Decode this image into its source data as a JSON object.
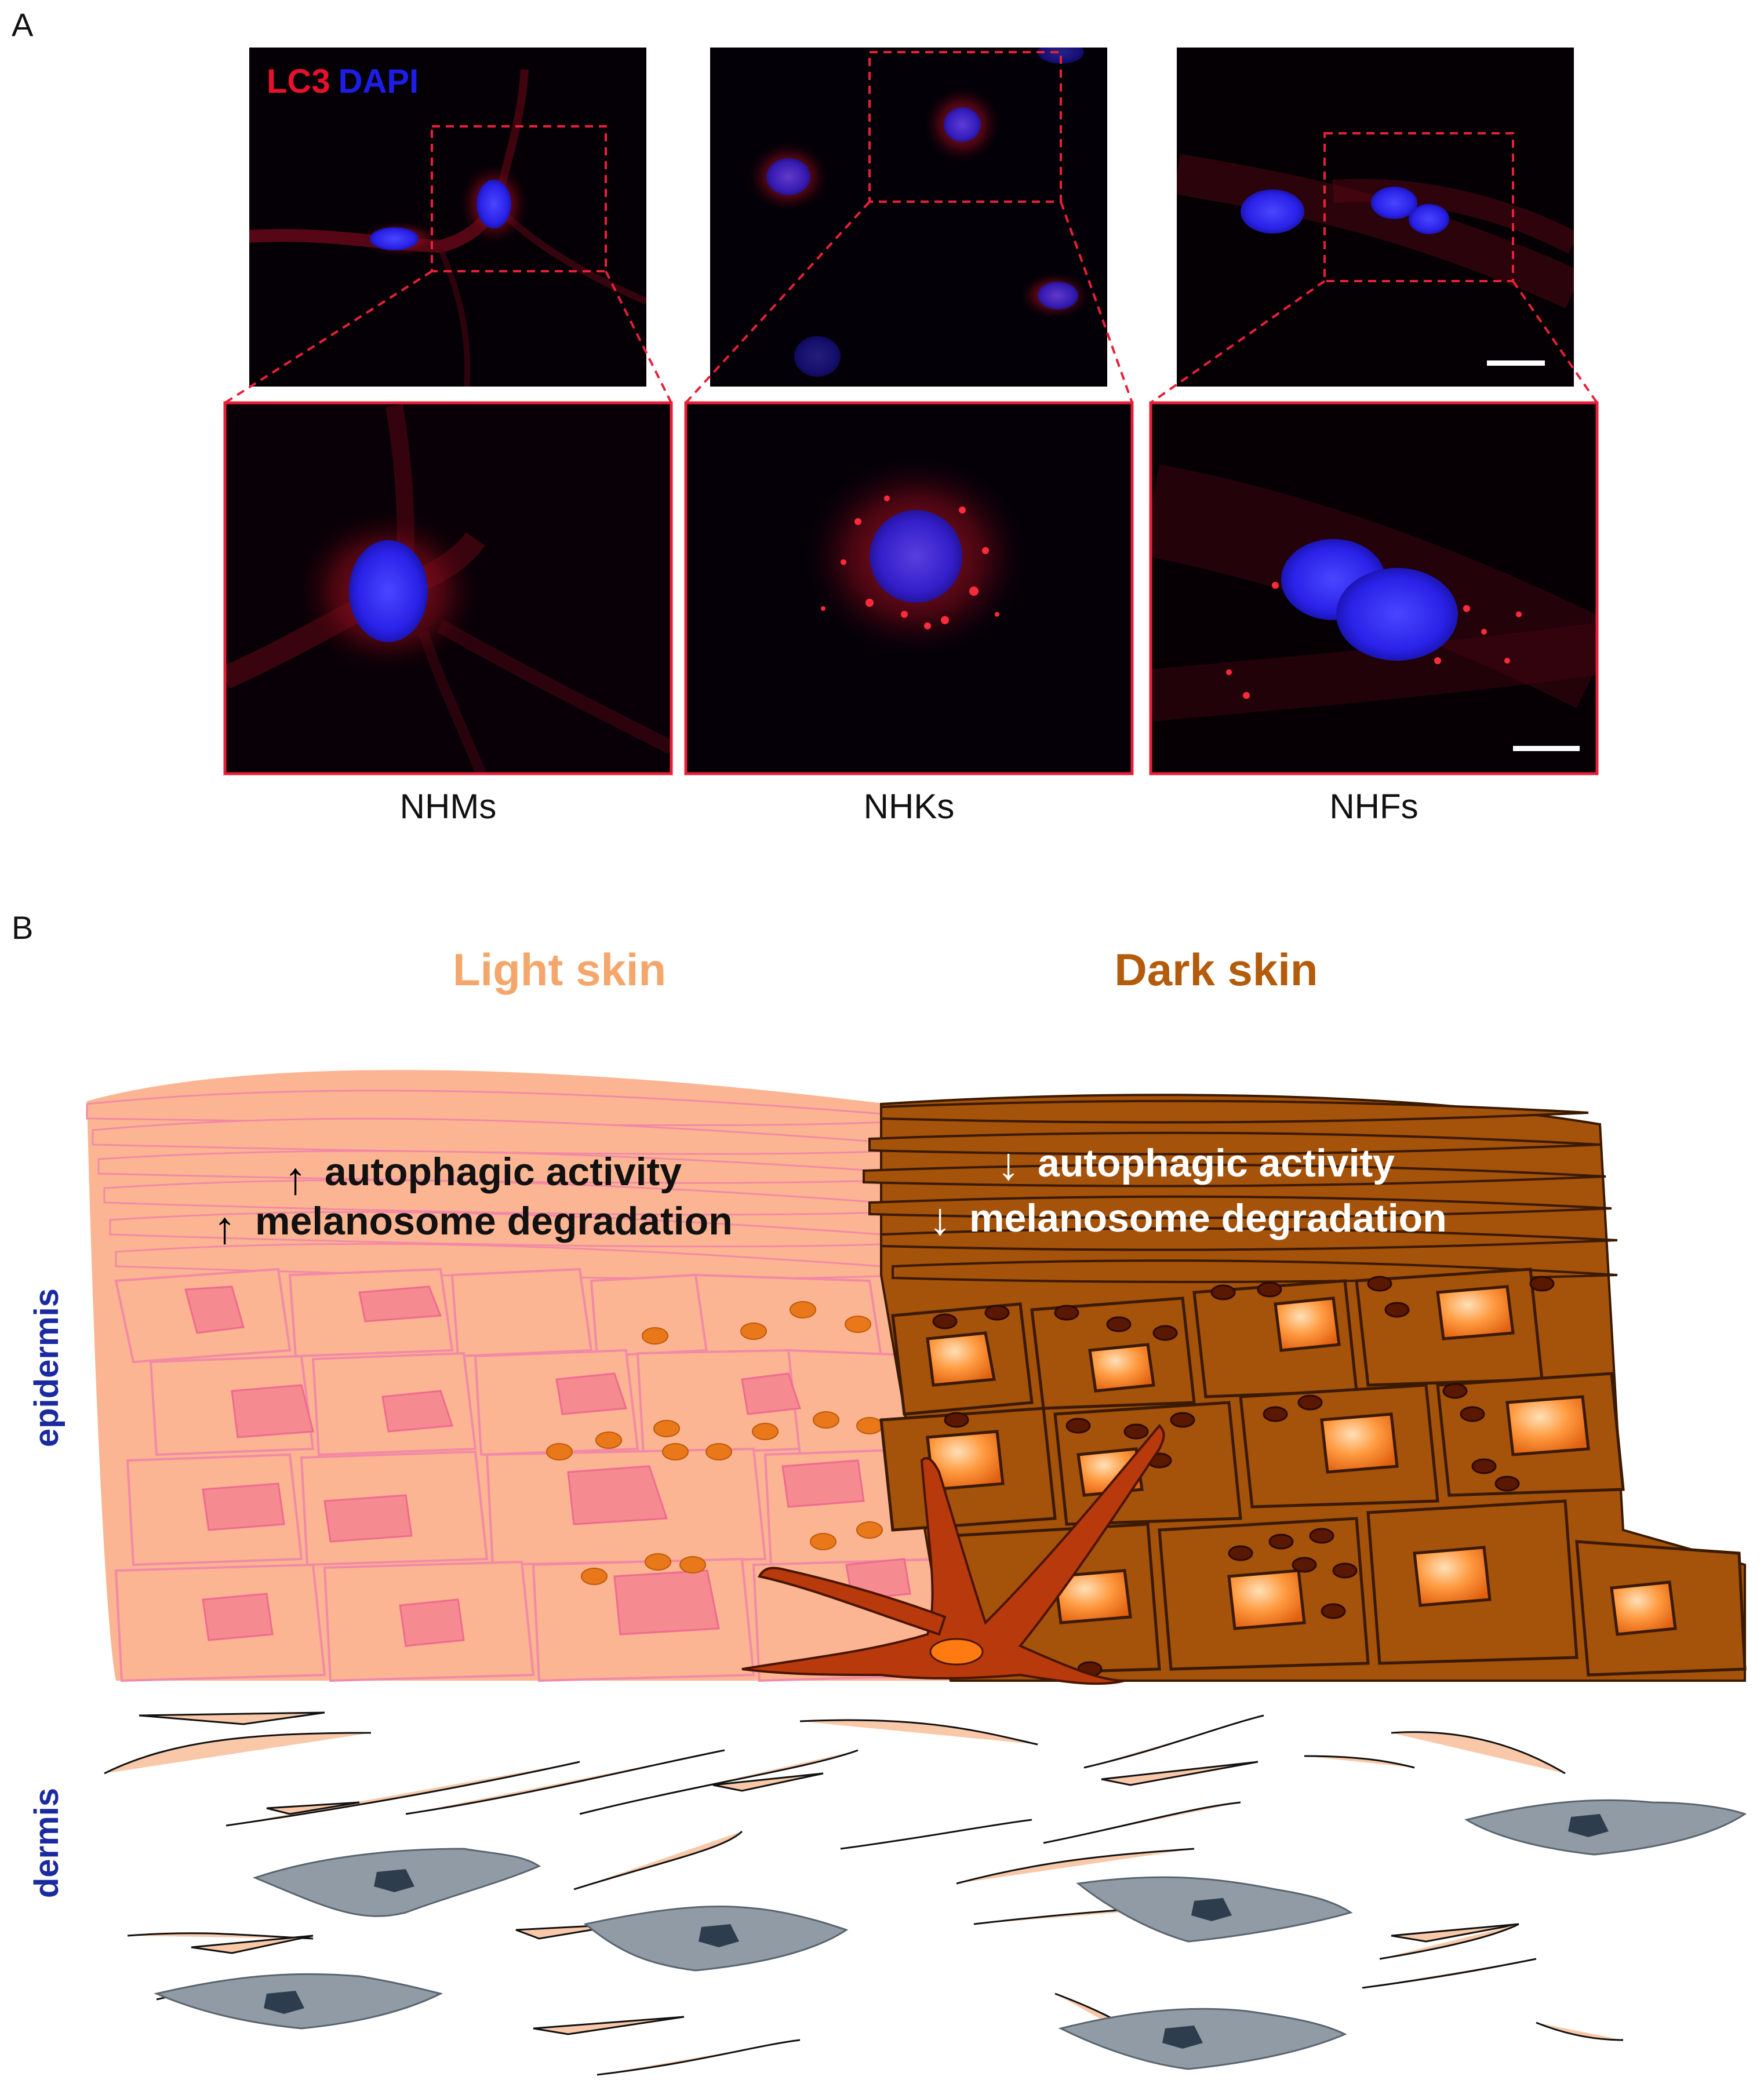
{
  "panel_a": {
    "label": "A",
    "stain_lc3": "LC3",
    "stain_dapi": "DAPI",
    "captions": [
      "NHMs",
      "NHKs",
      "NHFs"
    ]
  },
  "panel_b": {
    "label": "B",
    "light_title": "Light skin",
    "dark_title": "Dark skin",
    "light_line1": "autophagic activity",
    "light_line2": "melanosome degradation",
    "dark_line1": "autophagic activity",
    "dark_line2": "melanosome degradation",
    "arrow_up": "↑",
    "arrow_down": "↓",
    "epidermis_label": "epidermis",
    "dermis_label": "dermis"
  },
  "colors": {
    "lc3_red": "#e8102a",
    "dapi_blue": "#1d1de8",
    "light_title": "#f5a66b",
    "dark_title": "#b35c0c",
    "label_blue": "#1a2aa0",
    "light_cell": "#fbb592",
    "dark_cell": "#a5520b"
  }
}
